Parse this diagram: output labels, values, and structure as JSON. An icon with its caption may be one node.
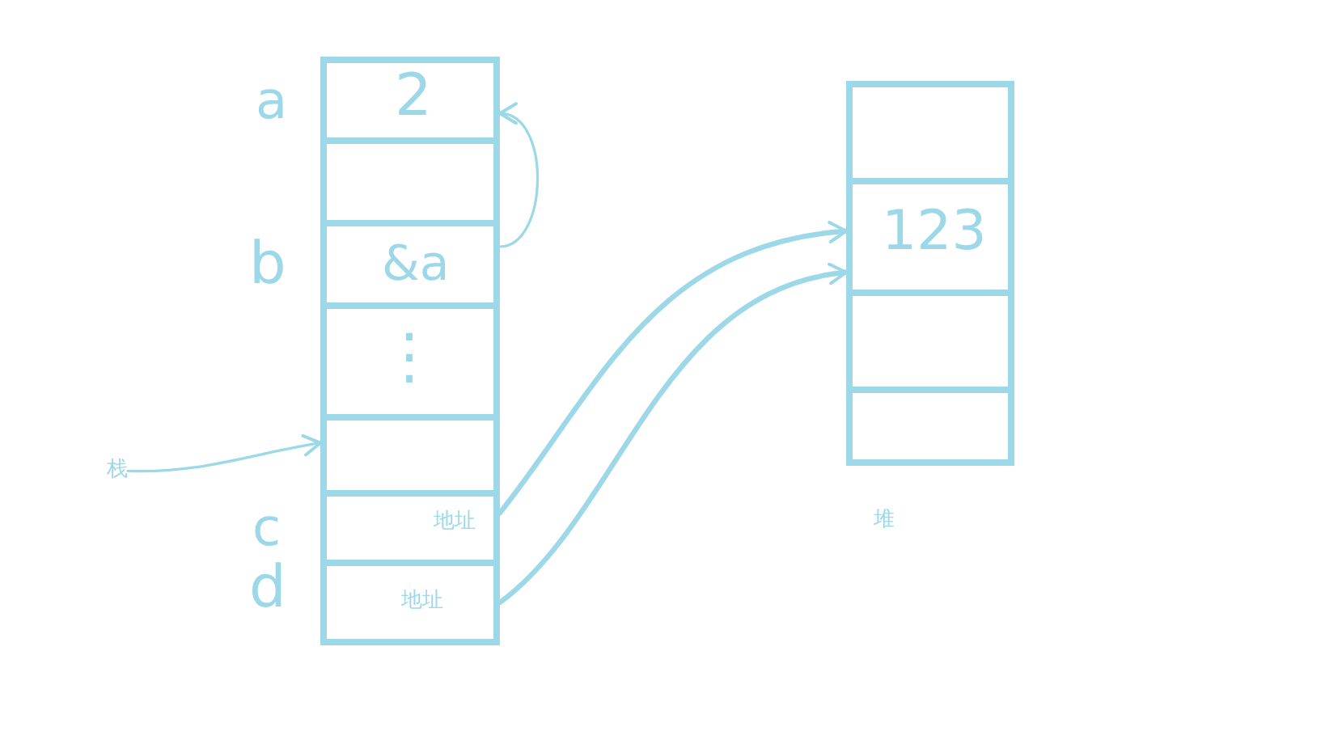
{
  "diagram": {
    "nodes": [
      {
        "text": [
          "2"
        ],
        "beside": [
          "a"
        ]
      },
      {
        "text": [],
        "shape": "box"
      },
      {
        "text": [
          "&a"
        ],
        "beside": [
          "b"
        ]
      },
      {
        "text": [
          "⋮"
        ]
      },
      {
        "text": [],
        "shape": "box"
      },
      {
        "text": [
          "地址"
        ],
        "beside": [
          "c"
        ]
      },
      {
        "text": [
          "地址"
        ],
        "beside": [
          "d"
        ]
      },
      {
        "text": [
          "栈"
        ]
      },
      {
        "text": [
          "堆"
        ]
      },
      {
        "text": [],
        "shape": "box",
        "in": 8
      },
      {
        "text": [
          "123"
        ],
        "in": 8
      },
      {
        "text": [],
        "shape": "box",
        "in": 8
      },
      {
        "text": [],
        "shape": "box",
        "in": 8
      }
    ],
    "edges": [
      {
        "from": 2,
        "to": 0,
        "arrow": "to"
      },
      {
        "from": 7,
        "to": 4,
        "arrow": "to"
      },
      {
        "from": 5,
        "to": 10,
        "arrow": "to",
        "style": "thick"
      },
      {
        "from": 6,
        "to": 10,
        "arrow": "to",
        "style": "thick"
      }
    ]
  }
}
